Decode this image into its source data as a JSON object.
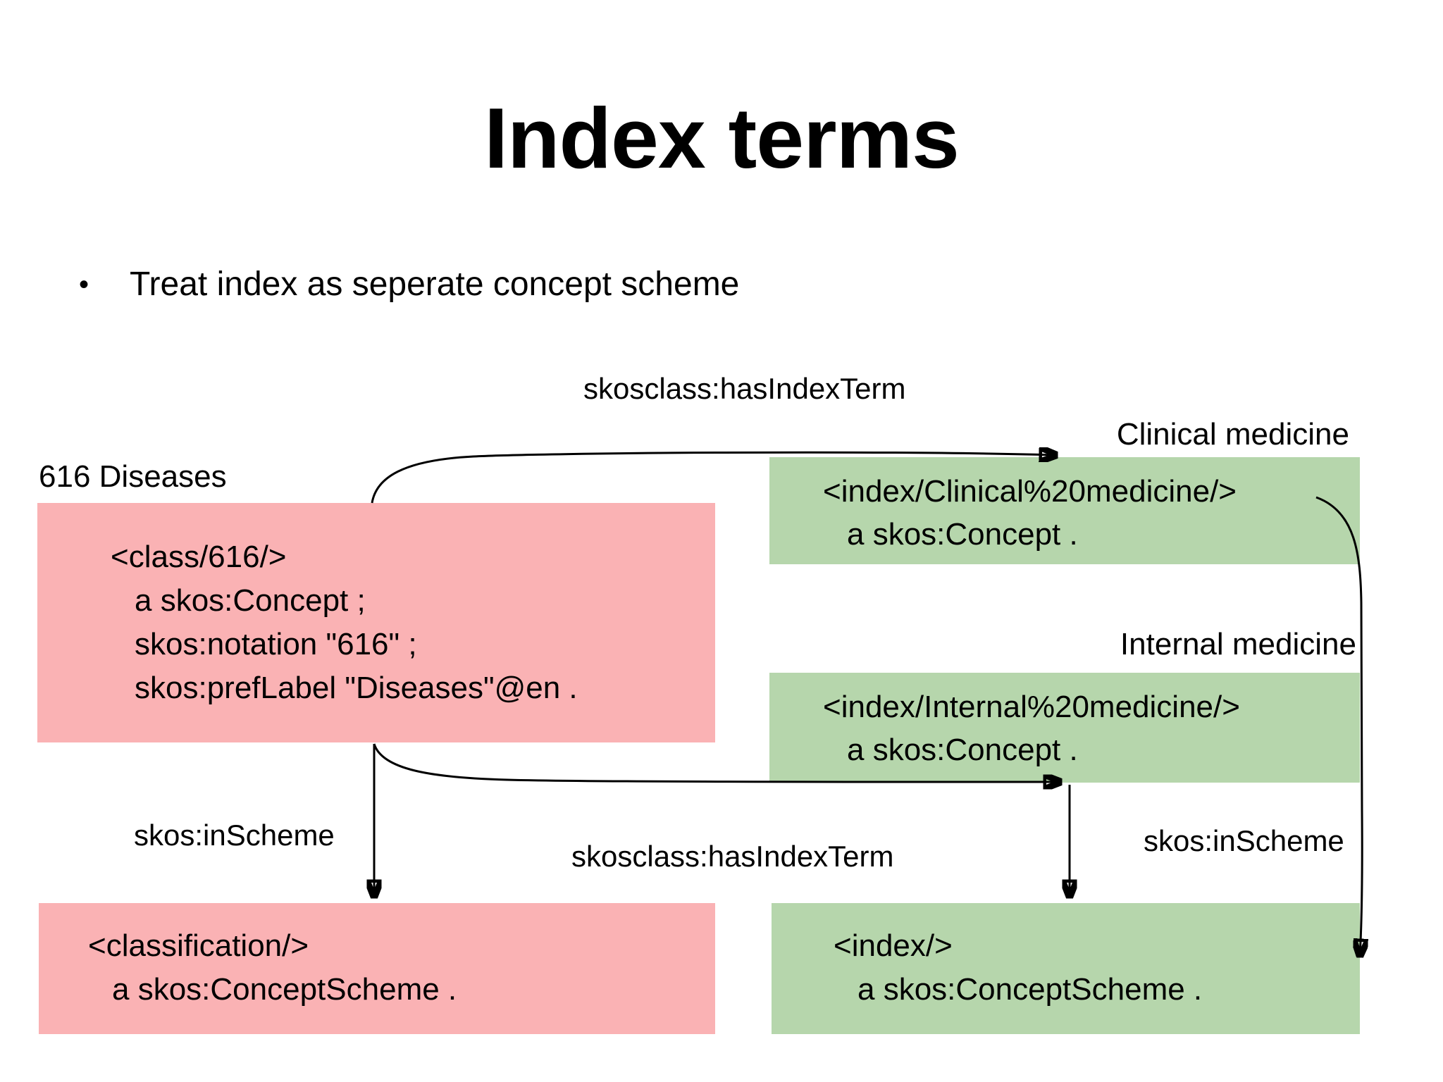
{
  "slide": {
    "title": "Index terms",
    "bullet_marker": "•",
    "bullet_text": "Treat index as seperate concept scheme"
  },
  "colors": {
    "box_pink": "#fab2b4",
    "box_green": "#b6d6ac",
    "arrow": "#000000",
    "background": "#ffffff",
    "text": "#000000"
  },
  "edge_labels": {
    "has_index_term_top": "skosclass:hasIndexTerm",
    "has_index_term_bottom": "skosclass:hasIndexTerm",
    "in_scheme_left": "skos:inScheme",
    "in_scheme_right": "skos:inScheme"
  },
  "node_titles": {
    "diseases_616": "616 Diseases",
    "clinical_medicine": "Clinical medicine",
    "internal_medicine": "Internal medicine"
  },
  "nodes": {
    "class_616": {
      "lines": [
        "<class/616/>",
        "a skos:Concept ;",
        "skos:notation \"616\" ;",
        "skos:prefLabel \"Diseases\"@en ."
      ]
    },
    "index_clinical": {
      "lines": [
        "<index/Clinical%20medicine/>",
        "a skos:Concept ."
      ]
    },
    "index_internal": {
      "lines": [
        "<index/Internal%20medicine/>",
        "a skos:Concept ."
      ]
    },
    "classification_scheme": {
      "lines": [
        "<classification/>",
        "a skos:ConceptScheme ."
      ]
    },
    "index_scheme": {
      "lines": [
        "<index/>",
        "a skos:ConceptScheme ."
      ]
    }
  }
}
